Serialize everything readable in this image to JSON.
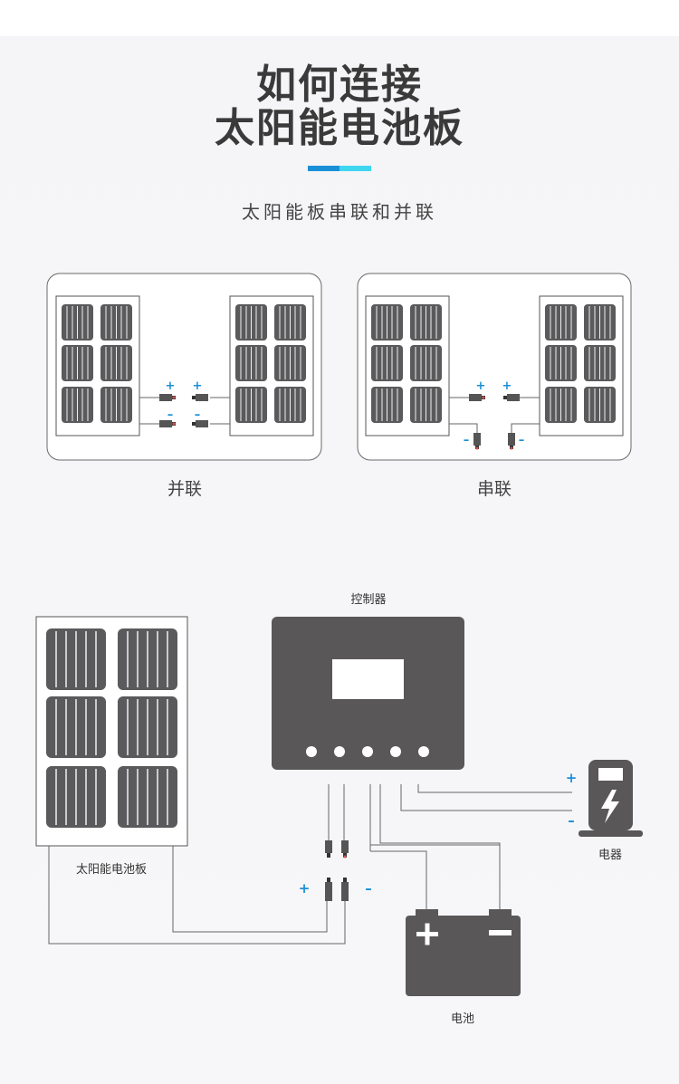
{
  "header": {
    "title_line1": "如何连接",
    "title_line2": "太阳能电池板",
    "subtitle": "太阳能板串联和并联"
  },
  "colors": {
    "accent_blue": "#1a8fd8",
    "accent_cyan": "#3fd6f0",
    "device_gray": "#595758",
    "sign_blue": "#1a8fd8"
  },
  "connection_diagrams": {
    "parallel": {
      "caption": "并联",
      "plus": [
        "+",
        "+"
      ],
      "minus": [
        "–",
        "–"
      ]
    },
    "series": {
      "caption": "串联",
      "plus": [
        "+",
        "+"
      ],
      "minus": [
        "–",
        "–"
      ]
    }
  },
  "system_diagram": {
    "controller_label": "控制器",
    "solar_panel_label": "太阳能电池板",
    "battery_label": "电池",
    "load_label": "电器",
    "connector_plus": "+",
    "connector_minus": "–",
    "load_plus": "+",
    "load_minus": "–",
    "battery_icons": [
      "plus-icon",
      "minus-icon"
    ],
    "load_icon": "lightning-icon"
  }
}
